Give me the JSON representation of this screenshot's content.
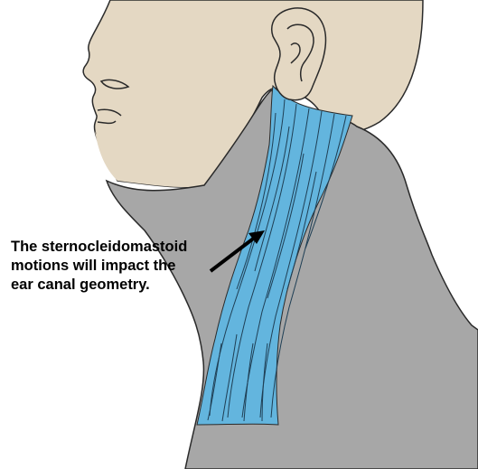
{
  "annotation": {
    "lines": [
      "The sternocleidomastoid",
      "motions will impact the",
      "ear canal geometry."
    ]
  },
  "colors": {
    "skin": "#e4d8c3",
    "neck_shadow": "#a7a7a7",
    "muscle": "#63b5de",
    "outline": "#2a2a2a",
    "arrow": "#000000"
  },
  "icons": {
    "ear": "ear-icon",
    "arrow": "arrow-icon"
  }
}
